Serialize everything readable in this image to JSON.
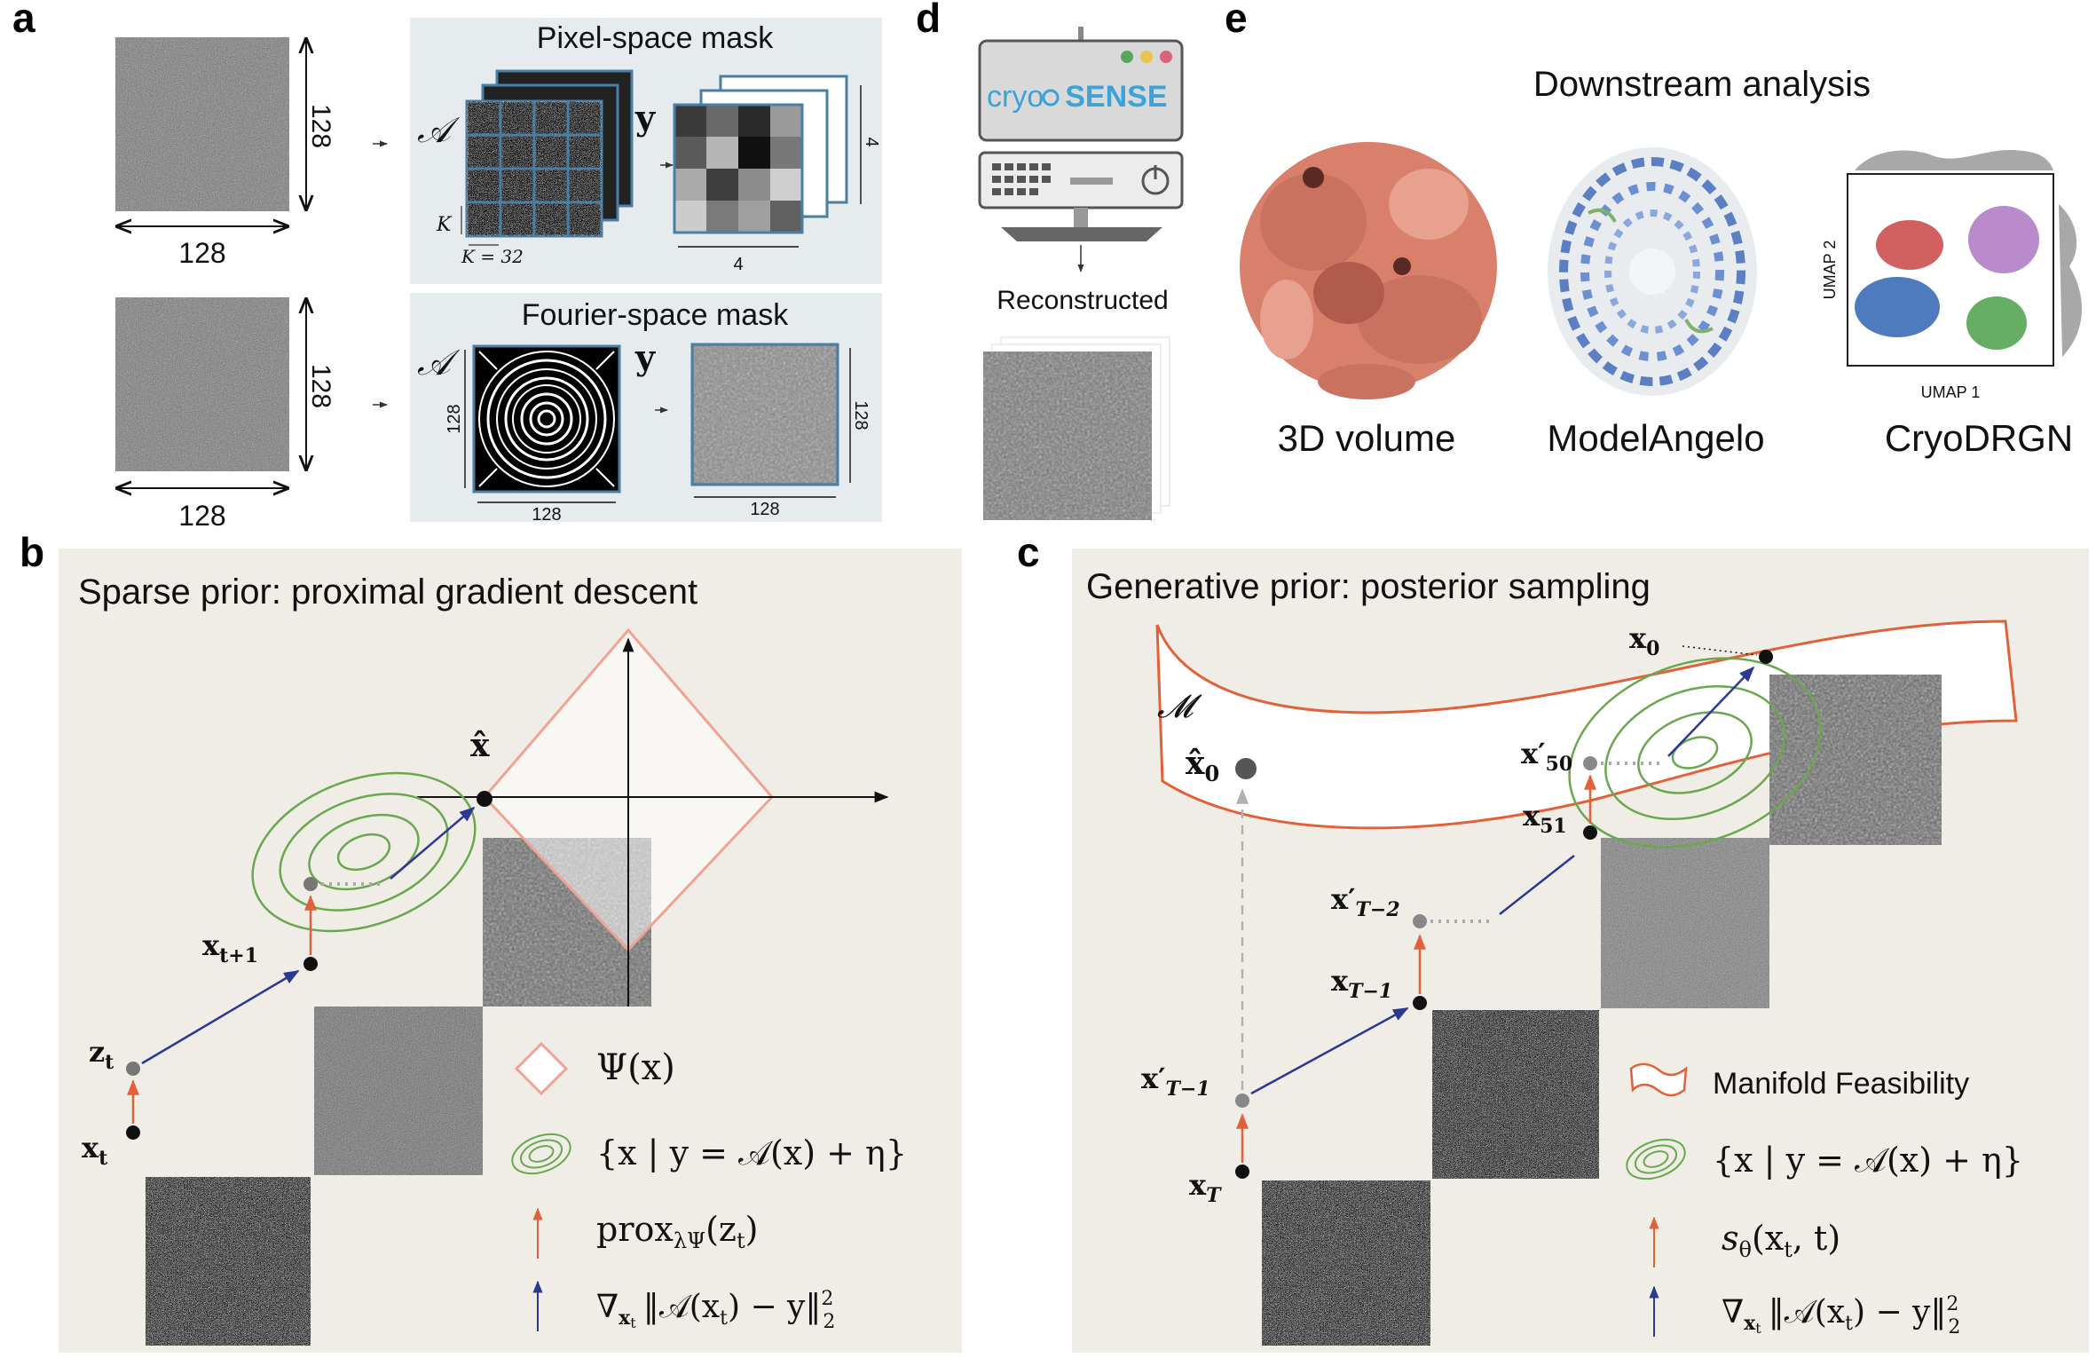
{
  "panels": {
    "a": "a",
    "b": "b",
    "c": "c",
    "d": "d",
    "e": "e"
  },
  "panel_a": {
    "dims": {
      "top_right": "128",
      "top_bottom": "128",
      "bot_right": "128",
      "bot_bottom": "128"
    },
    "pixel_title": "Pixel-space mask",
    "fourier_title": "Fourier-space mask",
    "A_symbol": "𝒜",
    "y_symbol": "y",
    "K_label": "K",
    "K_eq": "K = 32",
    "four_right": "4",
    "four_bottom": "4",
    "f128_left": "128",
    "f128_bottom": "128",
    "f128_right": "128",
    "f128_bottom2": "128"
  },
  "panel_d": {
    "brand_prefix": "cryo",
    "brand_suffix": "SENSE",
    "reconstructed": "Reconstructed",
    "dot_colors": [
      "#58a65c",
      "#e6c54a",
      "#d9647a"
    ]
  },
  "panel_e": {
    "title": "Downstream analysis",
    "labels": [
      "3D volume",
      "ModelAngelo",
      "CryoDRGN"
    ],
    "umap_x": "UMAP 1",
    "umap_y": "UMAP 2",
    "cluster_colors": [
      "#c8383a",
      "#2f64b3",
      "#9b5ab5",
      "#3f9a3c"
    ]
  },
  "panel_b": {
    "title": "Sparse prior: proximal gradient descent",
    "xhat": "x̂",
    "x_t1": "x",
    "x_t1_sub": "t+1",
    "z_t": "z",
    "z_t_sub": "t",
    "x_t": "x",
    "x_t_sub": "t",
    "legend": {
      "psi": "Ψ(x)",
      "set": "{x | y = 𝒜(x) + η}",
      "prox": "prox",
      "prox_sub": "λΨ",
      "prox_arg": "(z",
      "prox_arg_sub": "t",
      "prox_close": ")",
      "grad": "∇",
      "grad_sub": "x",
      "grad_sub2": "t",
      "grad_body": "‖𝒜(x",
      "grad_body_sub": "t",
      "grad_body2": ") − y‖",
      "grad_sup": "2",
      "grad_sub3": "2"
    }
  },
  "panel_c": {
    "title": "Generative prior: posterior sampling",
    "manifold": "𝓜",
    "xhat0": "x̂",
    "xhat0_sub": "0",
    "x0": "x",
    "x0_sub": "0",
    "xp50": "x′",
    "xp50_sub": "50",
    "x51": "x",
    "x51_sub": "51",
    "xpT2": "x′",
    "xpT2_sub": "T−2",
    "xT1": "x",
    "xT1_sub": "T−1",
    "xpT1": "x′",
    "xpT1_sub": "T−1",
    "xT": "x",
    "xT_sub": "T",
    "legend": {
      "manifold": "Manifold Feasibility",
      "set": "{x | y = 𝒜(x) + η}",
      "score": "s",
      "score_sub": "θ",
      "score_arg": "(x",
      "score_arg_sub": "t",
      "score_close": ", t)",
      "grad": "∇",
      "grad_sub": "x",
      "grad_sub2": "t",
      "grad_body": "‖𝒜(x",
      "grad_body_sub": "t",
      "grad_body2": ") − y‖",
      "grad_sup": "2",
      "grad_sub3": "2"
    }
  },
  "colors": {
    "panel_bg": "#f0ede6",
    "inset_bg": "#e6ebee",
    "orange": "#e1623a",
    "navy": "#2b3990",
    "green": "#6aa84f",
    "diamond": "#f0a393",
    "mask_border": "#4a7fa5",
    "volume": "#d9806c"
  }
}
